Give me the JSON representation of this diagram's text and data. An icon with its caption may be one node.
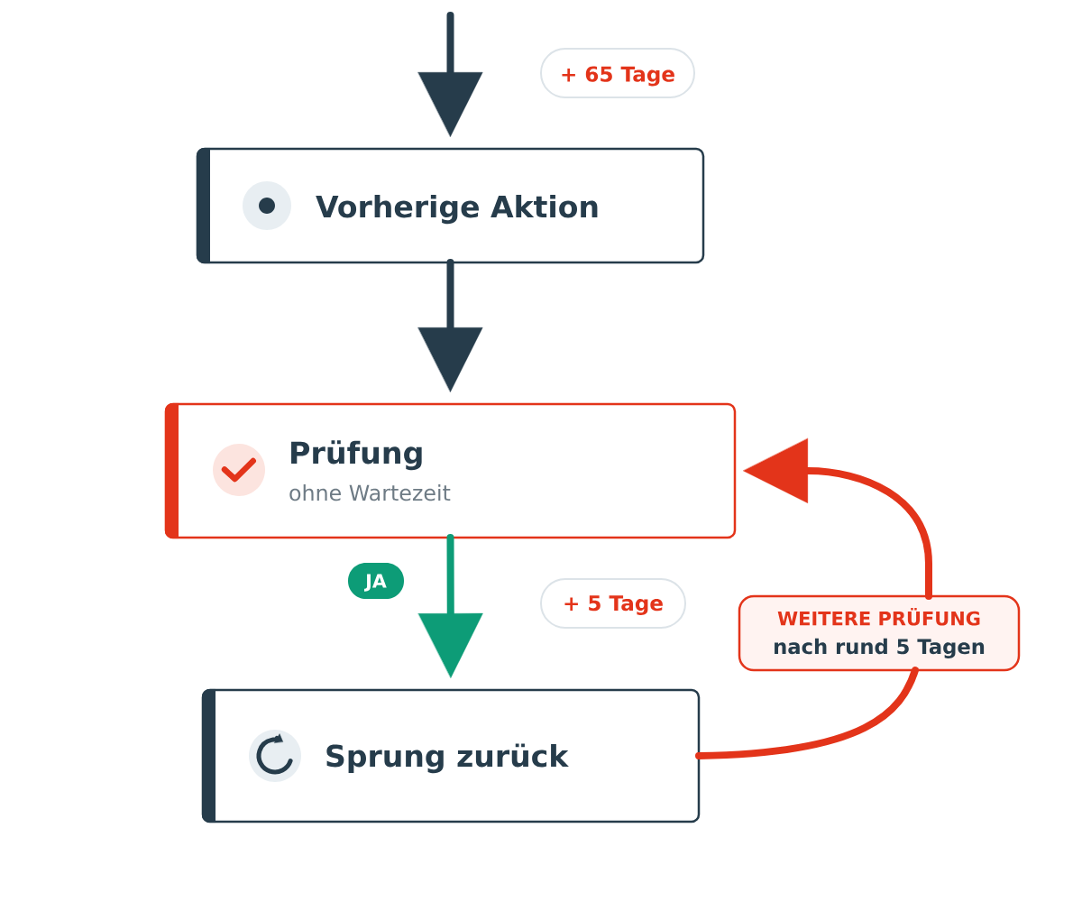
{
  "diagram": {
    "nodes": [
      {
        "text": [
          "+ 65 Tage"
        ]
      },
      {
        "text": [
          "Vorherige Aktion"
        ]
      },
      {
        "text": [
          "Prüfung",
          "ohne Wartezeit"
        ]
      },
      {
        "text": [
          "JA"
        ]
      },
      {
        "text": [
          "+ 5 Tage"
        ]
      },
      {
        "text": [
          "WEITERE PRÜFUNG",
          "nach rund 5 Tagen"
        ]
      },
      {
        "text": [
          "Sprung zurück"
        ]
      }
    ],
    "edges": [
      {
        "from": null,
        "to": 1,
        "arrow": "to"
      },
      {
        "from": 1,
        "to": 2,
        "arrow": "to"
      },
      {
        "from": 2,
        "to": 6,
        "arrow": "to",
        "color": "#0d9c77"
      },
      {
        "from": 6,
        "to": 5,
        "arrow": "none",
        "color": "#e3341a"
      },
      {
        "from": 5,
        "to": 2,
        "arrow": "to",
        "color": "#e3341a"
      }
    ]
  }
}
